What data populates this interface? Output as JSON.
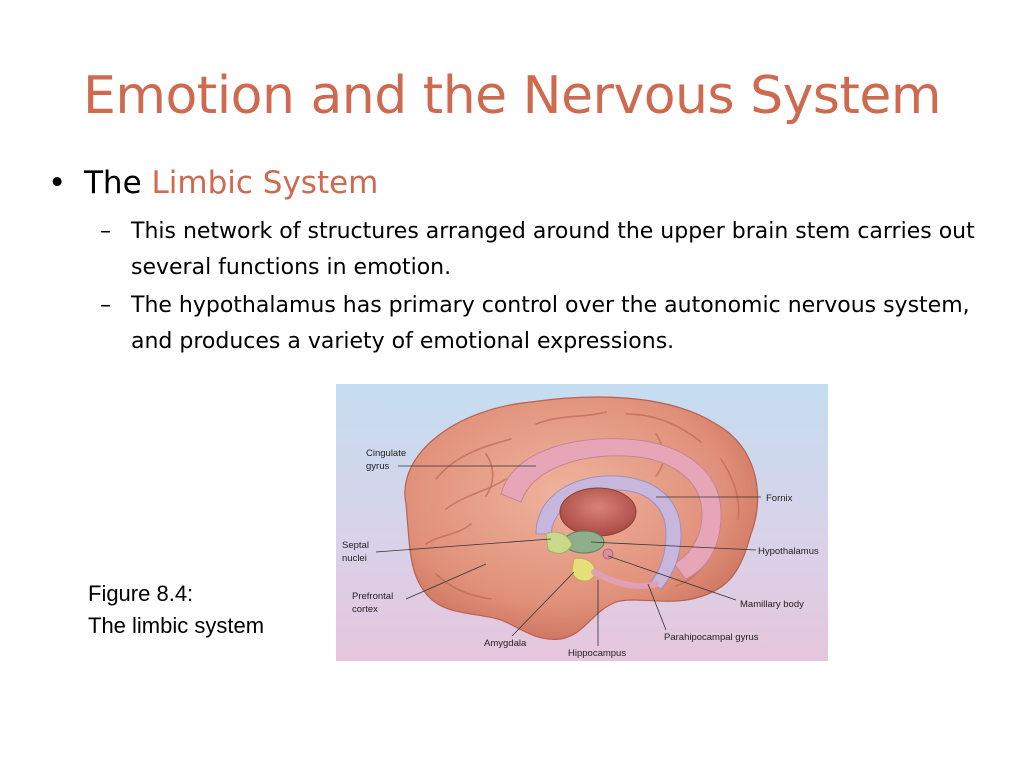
{
  "slide": {
    "title": "Emotion and the Nervous System",
    "bullet": {
      "prefix": "The",
      "highlight": "Limbic System"
    },
    "sub_bullets": [
      "This network of structures arranged around the upper brain stem carries out several functions in emotion.",
      "The hypothalamus has primary control over the autonomic nervous system, and produces a variety of emotional expressions."
    ],
    "caption": {
      "line1": "Figure 8.4:",
      "line2": "The limbic system"
    }
  },
  "figure": {
    "labels": {
      "cingulate_line1": "Cingulate",
      "cingulate_line2": "gyrus",
      "fornix": "Fornix",
      "septal_line1": "Septal",
      "septal_line2": "nuclei",
      "hypothalamus": "Hypothalamus",
      "prefrontal_line1": "Prefrontal",
      "prefrontal_line2": "cortex",
      "mamillary": "Mamillary body",
      "parahippocampal": "Parahipocampal gyrus",
      "amygdala": "Amygdala",
      "hippocampus": "Hippocampus"
    }
  },
  "colors": {
    "accent": "#cd6a4f",
    "text": "#000000",
    "figure_bg_top": "#c5ddf0",
    "figure_bg_bottom": "#e6c6dc",
    "cortex": "#e69a80",
    "limbic_pink": "#e7a6b8",
    "fornix_lavender": "#c7b7dc",
    "thalamus": "#bf5e54",
    "hypothalamus_green": "#8fae8a",
    "amygdala_yellow": "#e6e07a"
  }
}
